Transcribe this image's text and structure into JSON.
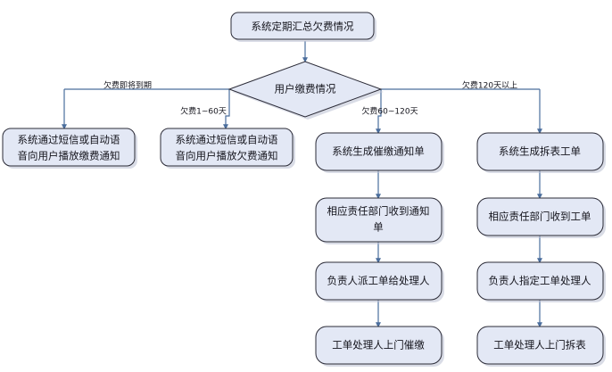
{
  "diagram": {
    "title_node": {
      "id": "summary",
      "label": "系统定期汇总欠费情况"
    },
    "decision_node": {
      "id": "decision",
      "label": "用户缴费情况"
    },
    "branch_labels": [
      {
        "id": "branch-overdue-soon",
        "text": "欠费即将到期"
      },
      {
        "id": "branch-1-60",
        "text": "欠费1~60天"
      },
      {
        "id": "branch-60-120",
        "text": "欠费60~120天"
      },
      {
        "id": "branch-120-plus",
        "text": "欠费120天以上"
      }
    ],
    "columns": [
      {
        "id": "column-overdue-soon",
        "nodes": [
          {
            "id": "sms-payment-notice",
            "lines": [
              "系统通过短信或自动语",
              "音向用户播放缴费通知"
            ]
          }
        ]
      },
      {
        "id": "column-1-60",
        "nodes": [
          {
            "id": "sms-arrears-notice",
            "lines": [
              "系统通过短信或自动语",
              "音向用户播放欠费通知"
            ]
          }
        ]
      },
      {
        "id": "column-60-120",
        "nodes": [
          {
            "id": "generate-dunning-notice",
            "lines": [
              "系统生成催缴通知单"
            ]
          },
          {
            "id": "department-receives-notice",
            "lines": [
              "相应责任部门收到通知",
              "单"
            ]
          },
          {
            "id": "manager-dispatch-order",
            "lines": [
              "负责人派工单给处理人"
            ]
          },
          {
            "id": "handler-onsite-dunning",
            "lines": [
              "工单处理人上门催缴"
            ]
          }
        ]
      },
      {
        "id": "column-120-plus",
        "nodes": [
          {
            "id": "generate-meter-removal-order",
            "lines": [
              "系统生成拆表工单"
            ]
          },
          {
            "id": "department-receives-order",
            "lines": [
              "相应责任部门收到工单"
            ]
          },
          {
            "id": "manager-assign-handler",
            "lines": [
              "负责人指定工单处理人"
            ]
          },
          {
            "id": "handler-onsite-removal",
            "lines": [
              "工单处理人上门拆表"
            ]
          }
        ]
      }
    ],
    "colors": {
      "node_fill": "#e3e8f5",
      "node_border": "#2b2b37",
      "edge": "#4a6d9c",
      "background": "#ffffff"
    }
  }
}
